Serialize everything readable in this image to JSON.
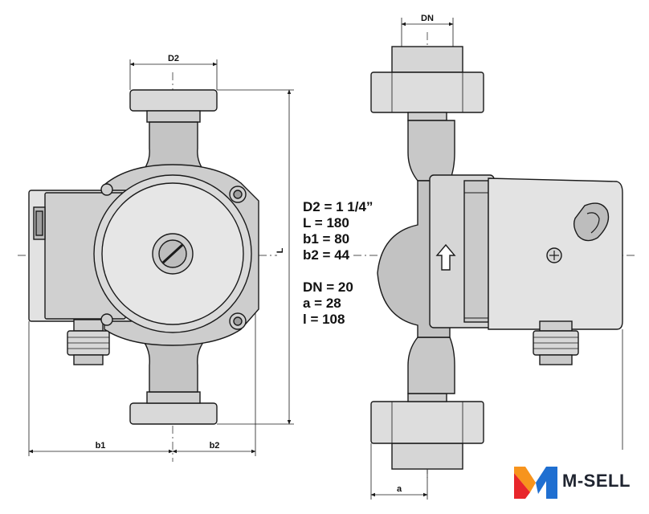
{
  "diagram": {
    "dimension_labels": {
      "d2": "D2",
      "dn": "DN",
      "l": "L",
      "b1": "b1",
      "b2": "b2",
      "a": "a"
    },
    "specs": [
      "D2 = 1 1/4”",
      "L = 180",
      "b1 = 80",
      "b2 = 44",
      "DN = 20",
      "a = 28",
      "l = 108"
    ]
  },
  "brand": {
    "name": "M-SELL",
    "colors": {
      "orange": "#f7941d",
      "red": "#e8262b",
      "blue": "#1f6fd1",
      "text": "#1f2430"
    }
  },
  "colors": {
    "line": "#1a1a1a",
    "shade": "#bdbdbd"
  }
}
